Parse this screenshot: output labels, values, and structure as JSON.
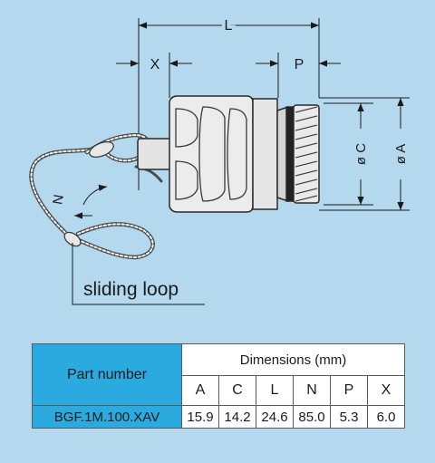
{
  "drawing": {
    "dimension_labels": {
      "L": "L",
      "X": "X",
      "P": "P",
      "C": "ø C",
      "A": "ø A",
      "N": "N"
    },
    "callout": "sliding loop"
  },
  "table": {
    "part_number_header": "Part number",
    "dimensions_header": "Dimensions (mm)",
    "columns": [
      "A",
      "C",
      "L",
      "N",
      "P",
      "X"
    ],
    "rows": [
      {
        "part": "BGF.1M.100.XAV",
        "values": [
          "15.9",
          "14.2",
          "24.6",
          "85.0",
          "5.3",
          "6.0"
        ]
      }
    ]
  }
}
